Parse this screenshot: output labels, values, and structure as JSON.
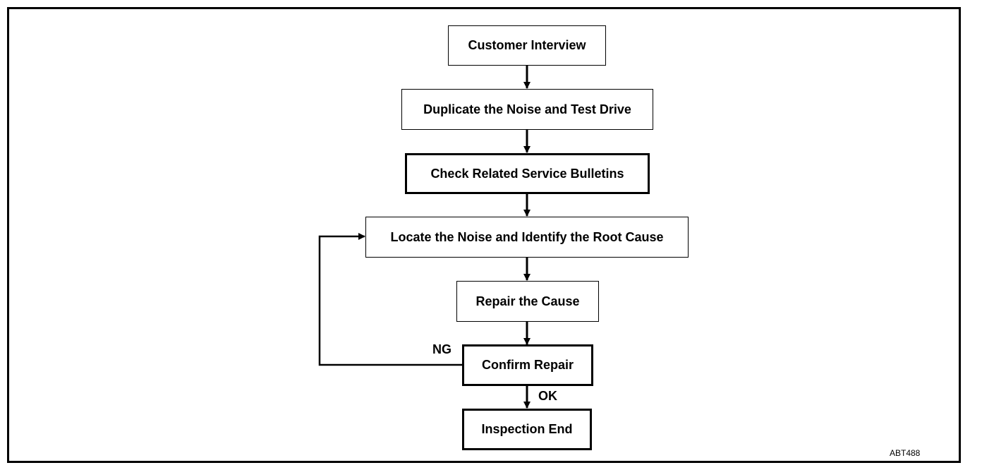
{
  "diagram": {
    "steps": [
      "Customer Interview",
      "Duplicate the Noise and Test Drive",
      "Check Related Service Bulletins",
      "Locate the Noise and Identify the Root Cause",
      "Repair the Cause",
      "Confirm Repair",
      "Inspection End"
    ],
    "branch_ng": "NG",
    "branch_ok": "OK",
    "figure_code": "ABT488"
  }
}
